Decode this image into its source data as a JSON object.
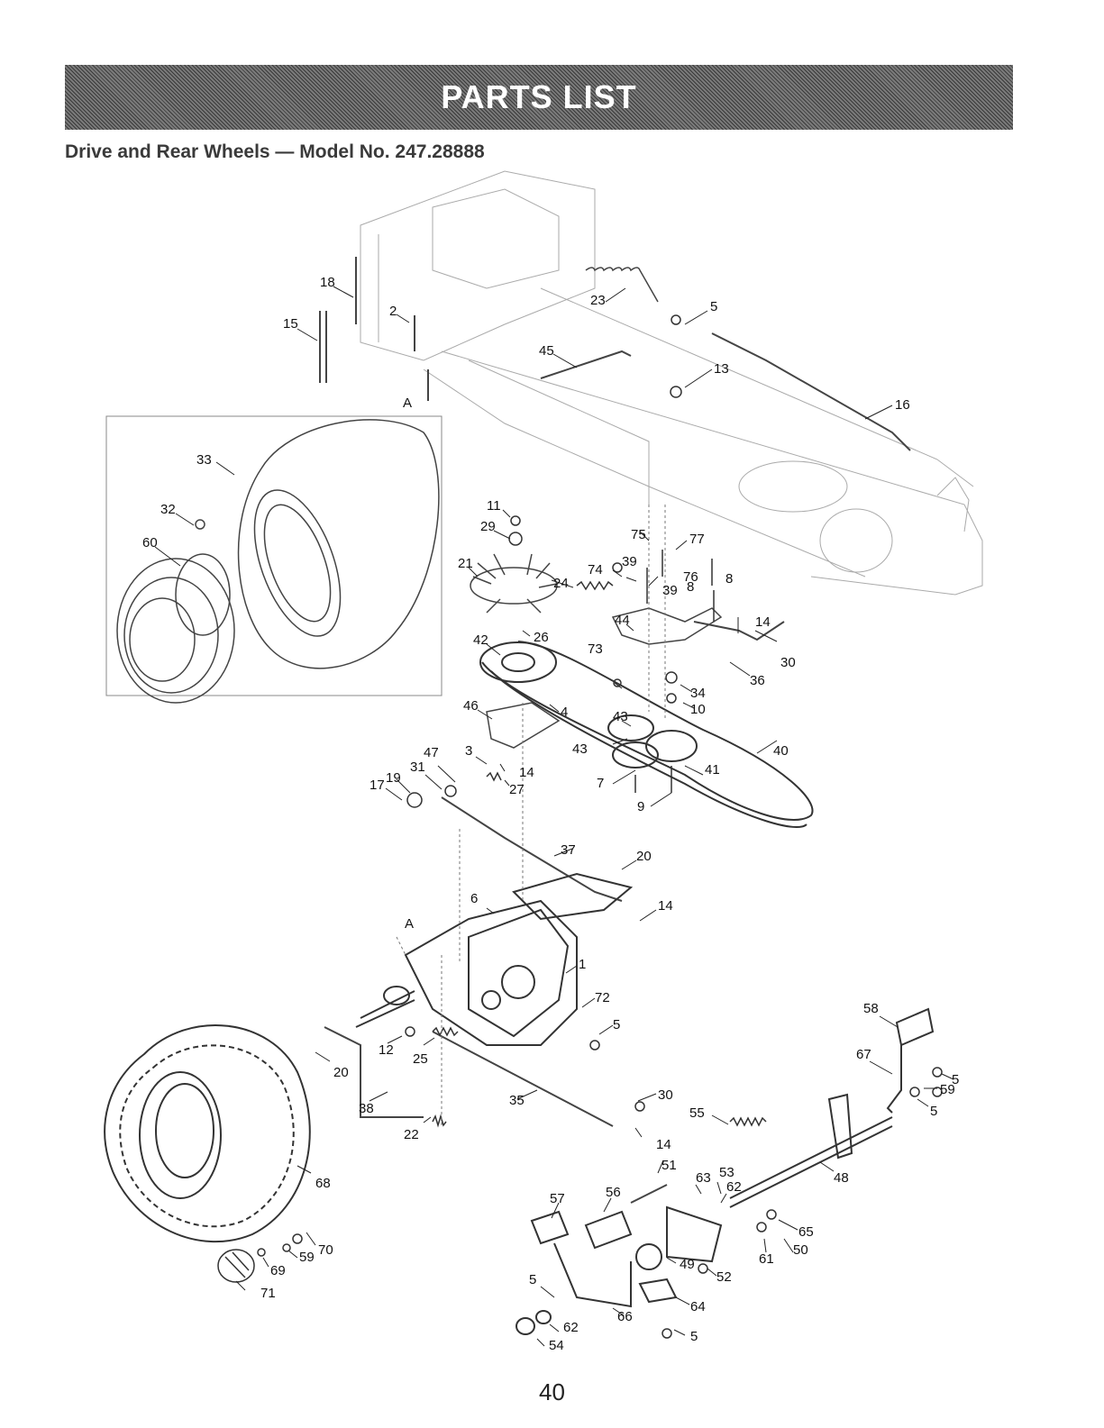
{
  "header": {
    "banner_title": "PARTS LIST",
    "subtitle": "Drive and Rear Wheels — Model No. 247.28888"
  },
  "diagram": {
    "callouts": [
      "18",
      "2",
      "15",
      "A",
      "23",
      "5",
      "45",
      "13",
      "16",
      "33",
      "32",
      "60",
      "11",
      "29",
      "21",
      "24",
      "75",
      "77",
      "74",
      "39",
      "76",
      "39",
      "8",
      "8",
      "44",
      "14",
      "26",
      "73",
      "30",
      "42",
      "36",
      "34",
      "10",
      "46",
      "4",
      "43",
      "40",
      "47",
      "3",
      "31",
      "19",
      "17",
      "14",
      "27",
      "43",
      "41",
      "7",
      "9",
      "37",
      "20",
      "6",
      "14",
      "A",
      "1",
      "72",
      "5",
      "58",
      "12",
      "25",
      "20",
      "67",
      "5",
      "59",
      "5",
      "38",
      "35",
      "30",
      "22",
      "55",
      "14",
      "68",
      "51",
      "57",
      "56",
      "63",
      "53",
      "62",
      "48",
      "65",
      "61",
      "50",
      "70",
      "59",
      "69",
      "49",
      "52",
      "71",
      "5",
      "64",
      "66",
      "62",
      "54",
      "5"
    ]
  },
  "page": {
    "number": "40"
  },
  "colors": {
    "banner": "#5a5a5a",
    "line_art": "#555555",
    "frame_line": "#aaaaaa",
    "text": "#222222"
  }
}
